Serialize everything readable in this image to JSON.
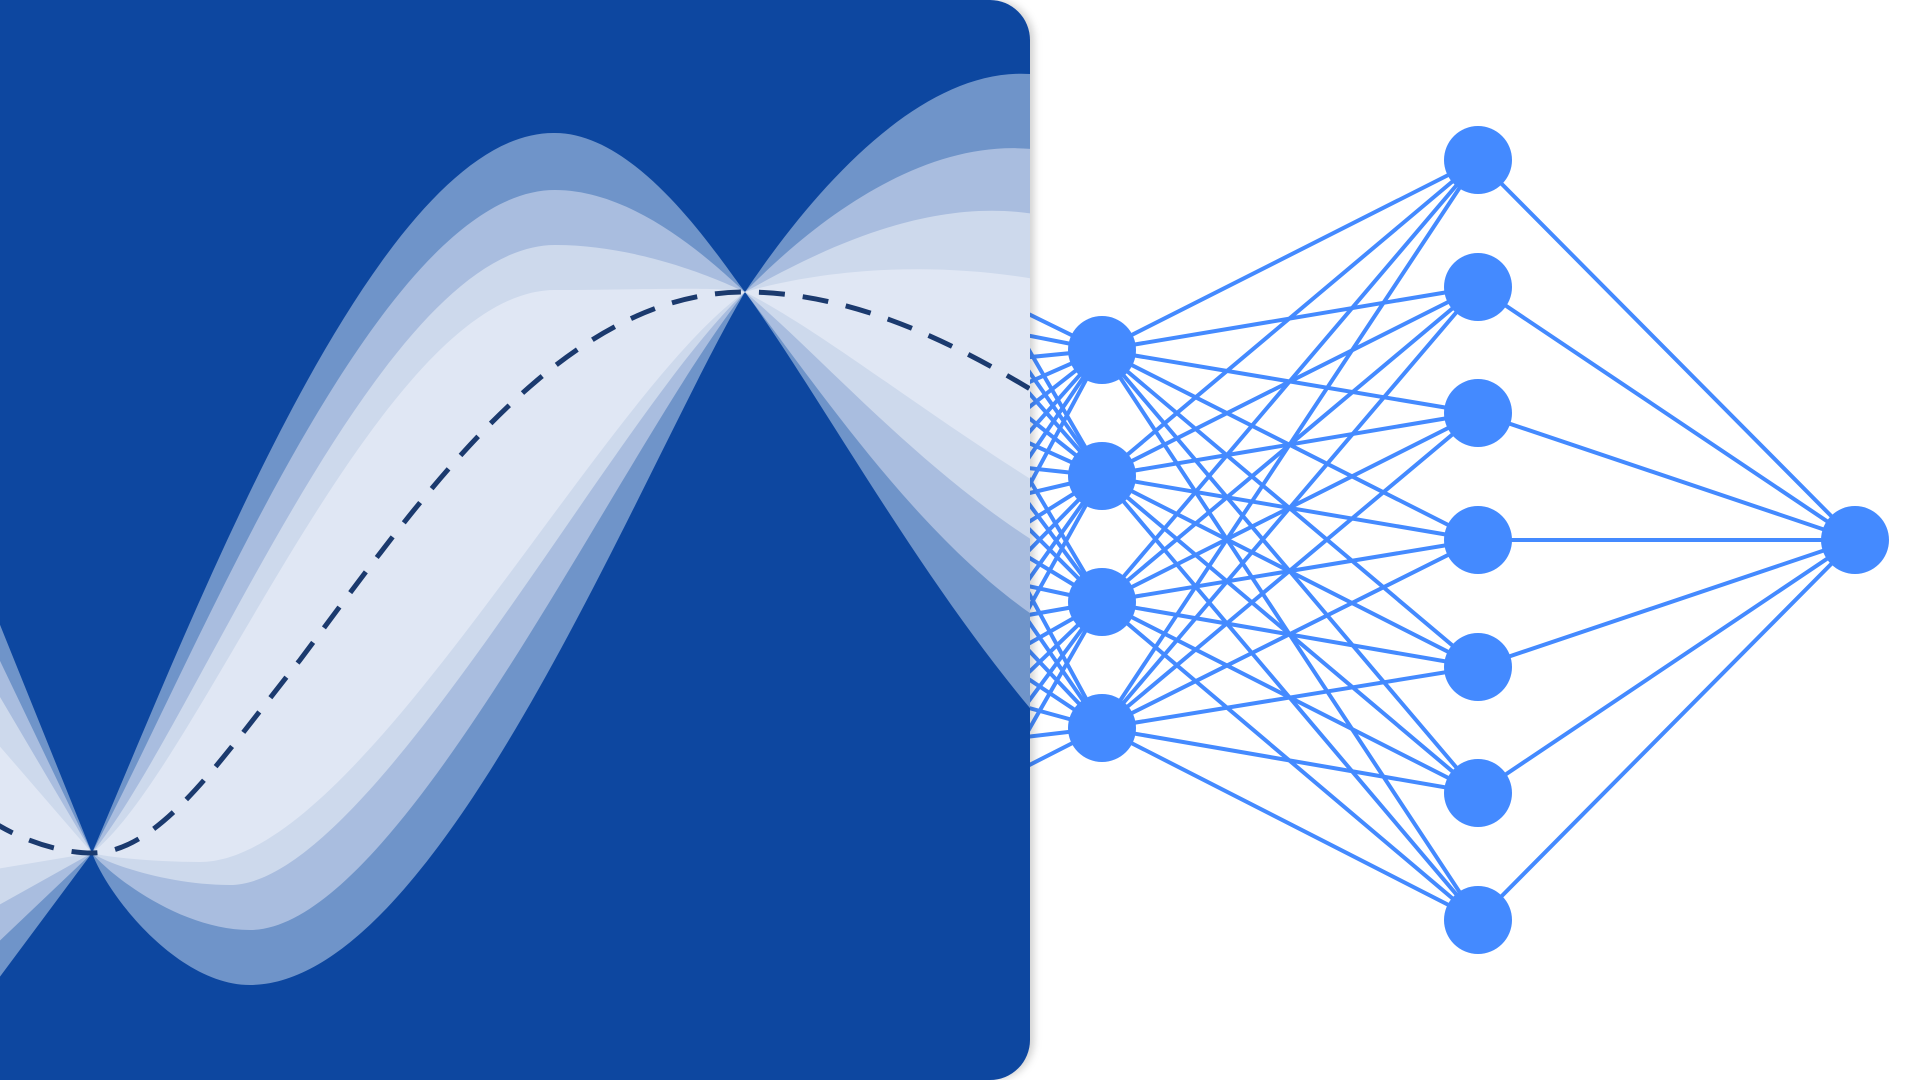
{
  "colors": {
    "background": "#ffffff",
    "panel": "#0f47a0",
    "band_outer": "#6f94c9",
    "band_2": "#a9bddf",
    "band_3": "#cdd9ec",
    "band_inner": "#e0e7f4",
    "mean_curve": "#1b3a6e",
    "network": "#448aff"
  },
  "network": {
    "layer_sizes": [
      4,
      7,
      1
    ],
    "fully_connected": true,
    "input_lines_enter_from_left": true
  },
  "uncertainty_plot": {
    "band_count": 4,
    "mean_line_style": "dashed",
    "pinch_points": 2
  }
}
